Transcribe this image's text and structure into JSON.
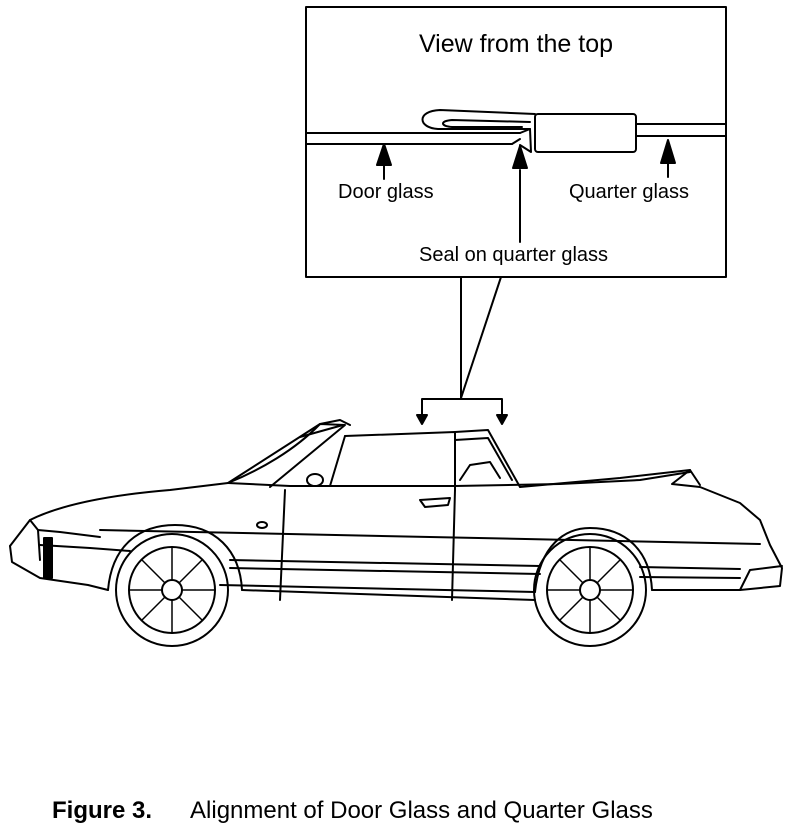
{
  "inset": {
    "title": "View from the top",
    "door_glass": "Door glass",
    "quarter_glass": "Quarter glass",
    "seal": "Seal on quarter glass"
  },
  "caption": {
    "number": "Figure 3.",
    "text": "Alignment of Door Glass and Quarter Glass"
  }
}
